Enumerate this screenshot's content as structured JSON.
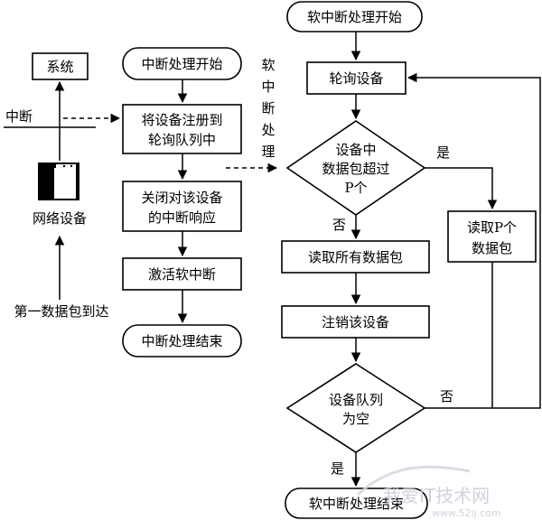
{
  "left_flow": {
    "system": "系统",
    "interrupt": "中断",
    "network_device": "网络设备",
    "first_packet": "第一数据包到达",
    "start": "中断处理开始",
    "register_line1": "将设备注册到",
    "register_line2": "轮询队列中",
    "disable_line1": "关闭对该设备",
    "disable_line2": "的中断响应",
    "activate": "激活软中断",
    "end": "中断处理结束"
  },
  "side_label": [
    "软",
    "中",
    "断",
    "处",
    "理"
  ],
  "right_flow": {
    "start": "软中断处理开始",
    "poll": "轮询设备",
    "decision1_line1": "设备中",
    "decision1_line2": "数据包超过",
    "decision1_line3": "P个",
    "yes1": "是",
    "no1": "否",
    "read_all": "读取所有数据包",
    "read_p_line1": "读取P个",
    "read_p_line2": "数据包",
    "unregister": "注销该设备",
    "decision2_line1": "设备队列",
    "decision2_line2": "为空",
    "no2": "否",
    "yes2": "是",
    "end": "软中断处理结束"
  },
  "watermark": {
    "text": "我爱IT技术网",
    "url": "www.52ij.com"
  }
}
